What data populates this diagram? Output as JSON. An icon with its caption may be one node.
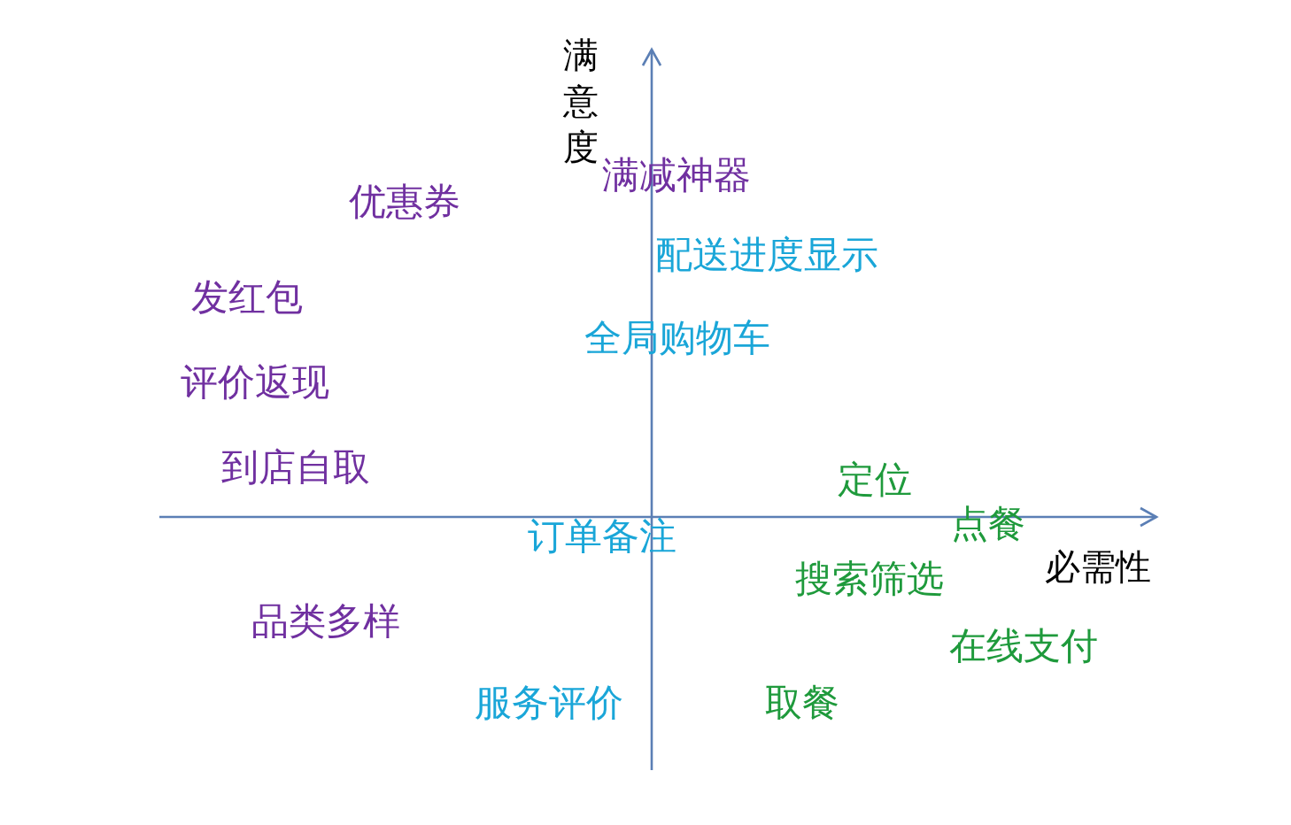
{
  "diagram": {
    "labels": [
      "满意度",
      "满减神器",
      "优惠券",
      "配送进度显示",
      "发红包",
      "全局购物车",
      "评价返现",
      "到店自取",
      "定位",
      "点餐",
      "订单备注",
      "必需性",
      "搜索筛选",
      "品类多样",
      "在线支付",
      "服务评价",
      "取餐"
    ]
  }
}
